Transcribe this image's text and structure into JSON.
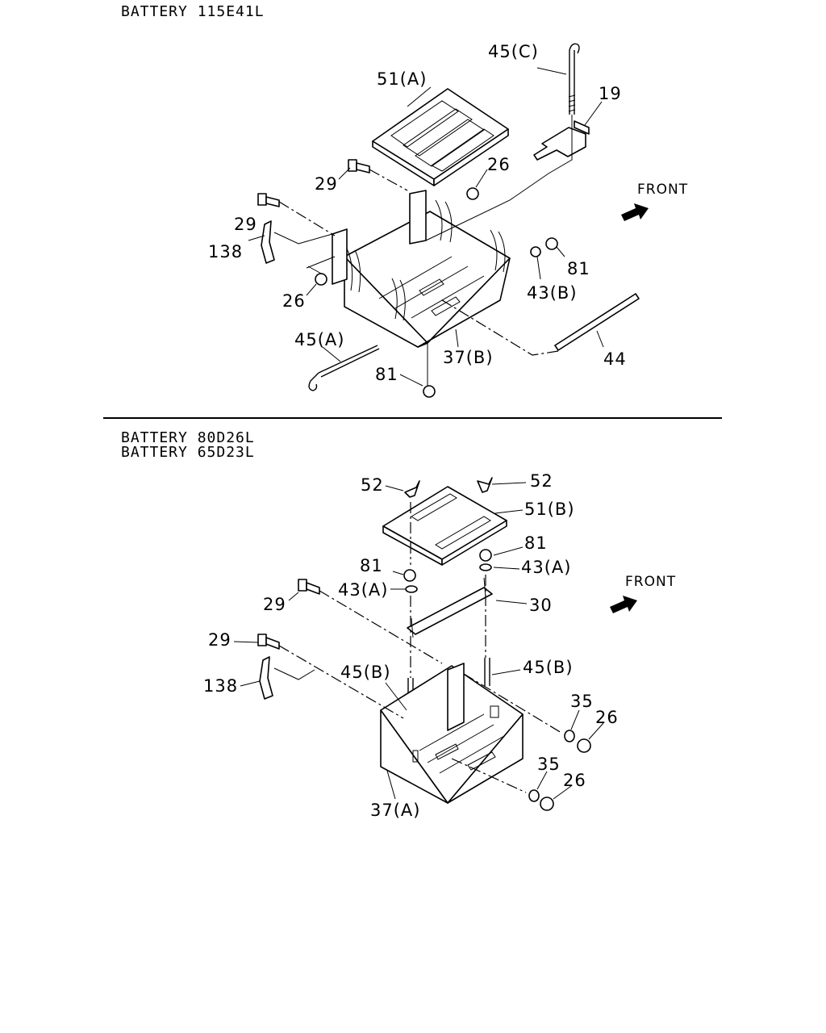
{
  "section1": {
    "headers": [
      "BATTERY 115E41L"
    ],
    "front_label": "FRONT",
    "callouts": {
      "c45C": "45(C)",
      "c51A": "51(A)",
      "c19": "19",
      "c26a": "26",
      "c29a": "29",
      "c29b": "29",
      "c138": "138",
      "c26b": "26",
      "c81a": "81",
      "c43B": "43(B)",
      "c45A": "45(A)",
      "c37B": "37(B)",
      "c44": "44",
      "c81b": "81"
    }
  },
  "section2": {
    "headers": [
      "BATTERY 80D26L",
      "BATTERY 65D23L"
    ],
    "front_label": "FRONT",
    "callouts": {
      "c52a": "52",
      "c52b": "52",
      "c51B": "51(B)",
      "c81a": "81",
      "c81b": "81",
      "c43Aa": "43(A)",
      "c43Ab": "43(A)",
      "c29a": "29",
      "c30": "30",
      "c29b": "29",
      "c45Ba": "45(B)",
      "c45Bb": "45(B)",
      "c138": "138",
      "c35a": "35",
      "c26a": "26",
      "c35b": "35",
      "c26b": "26",
      "c37A": "37(A)"
    }
  },
  "icons": {
    "front_arrow": "arrow-icon"
  }
}
